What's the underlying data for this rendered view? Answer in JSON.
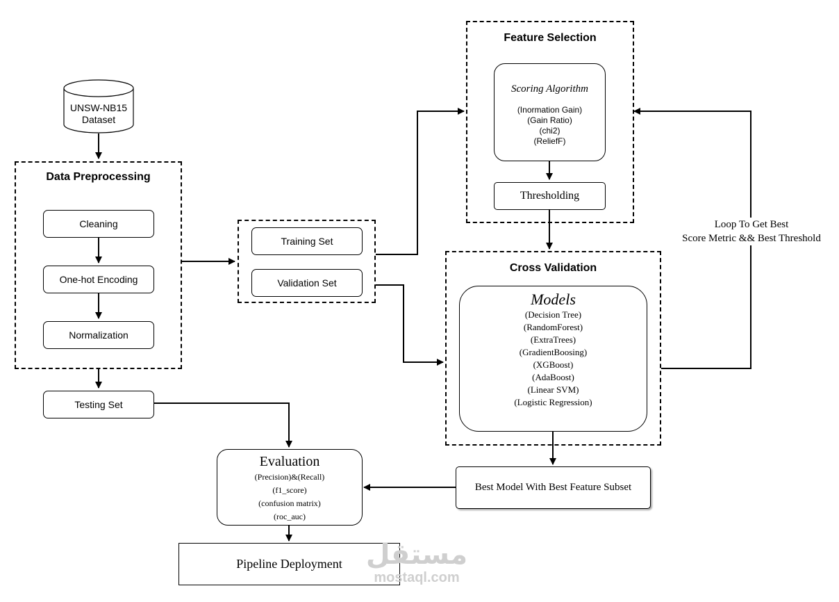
{
  "dataset": {
    "line1": "UNSW-NB15",
    "line2": "Dataset"
  },
  "preprocessing": {
    "title": "Data Preprocessing",
    "steps": [
      "Cleaning",
      "One-hot Encoding",
      "Normalization"
    ]
  },
  "testing_set": "Testing Set",
  "splits": {
    "training": "Training Set",
    "validation": "Validation Set"
  },
  "feature_selection": {
    "title": "Feature Selection",
    "algorithm_title": "Scoring Algorithm",
    "algorithms": [
      "(Inormation Gain)",
      "(Gain Ratio)",
      "(chi2)",
      "(ReliefF)"
    ],
    "thresholding": "Thresholding"
  },
  "cross_validation": {
    "title": "Cross Validation",
    "models_title": "Models",
    "models": [
      "(Decision Tree)",
      "(RandomForest)",
      "(ExtraTrees)",
      "(GradientBoosing)",
      "(XGBoost)",
      "(AdaBoost)",
      "(Linear SVM)",
      "(Logistic Regression)"
    ]
  },
  "loop_label": {
    "line1": "Loop To Get Best",
    "line2": "Score Metric && Best Threshold"
  },
  "best_model": "Best Model With Best Feature Subset",
  "evaluation": {
    "title": "Evaluation",
    "metrics": [
      "(Precision)&(Recall)",
      "(f1_score)",
      "(confusion matrix)",
      "(roc_auc)"
    ]
  },
  "deployment": "Pipeline Deployment",
  "watermark": {
    "arabic": "مستقل",
    "latin": "mostaql.com"
  }
}
